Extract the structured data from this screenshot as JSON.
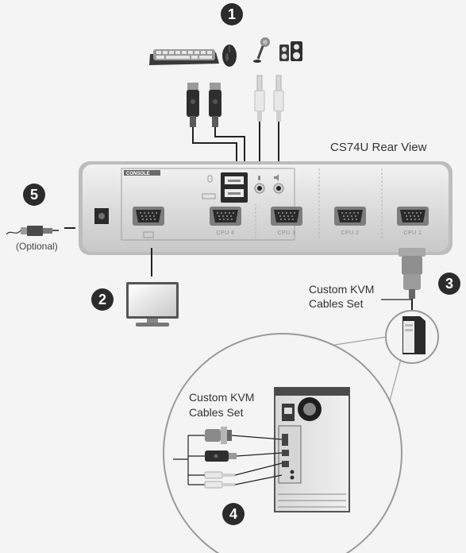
{
  "title": "CS74U Rear View",
  "optional_label": "(Optional)",
  "cable_label_top": [
    "Custom KVM",
    "Cables Set"
  ],
  "cable_label_bottom": [
    "Custom KVM",
    "Cables Set"
  ],
  "badges": [
    "1",
    "2",
    "3",
    "4",
    "5"
  ],
  "panel": {
    "console_label": "CONSOLE",
    "ports": [
      "CPU 4",
      "CPU 3",
      "CPU 2",
      "CPU 1"
    ]
  },
  "icons": [
    "keyboard-icon",
    "mouse-icon",
    "microphone-icon",
    "speakers-icon",
    "monitor-icon",
    "computer-tower-icon",
    "power-adapter-icon"
  ]
}
